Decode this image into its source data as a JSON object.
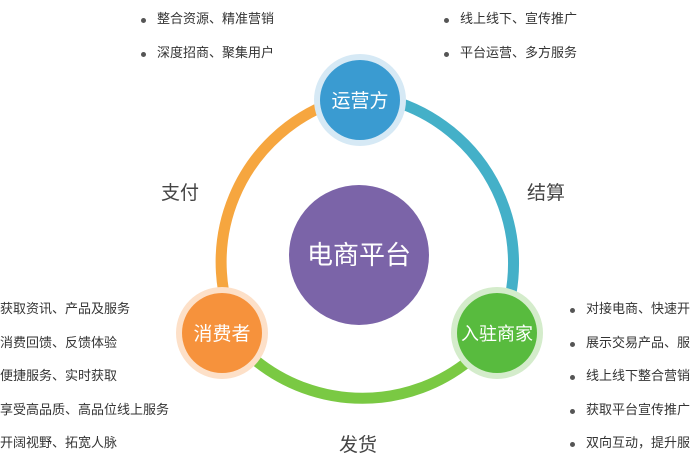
{
  "center": {
    "label": "电商平台",
    "color": "#7b64a8"
  },
  "nodes": {
    "top": {
      "label": "运营方",
      "color": "#3a9bd1"
    },
    "left": {
      "label": "消费者",
      "color": "#f6923c"
    },
    "right": {
      "label": "入驻商家",
      "color": "#58bb3e"
    }
  },
  "edges": {
    "left": {
      "label": "支付",
      "color": "#f6a63f"
    },
    "right": {
      "label": "结算",
      "color": "#44b0c8"
    },
    "bottom": {
      "label": "发货",
      "color": "#7ac943"
    }
  },
  "lists": {
    "top_left": [
      "整合资源、精准营销",
      "深度招商、聚集用户"
    ],
    "top_right": [
      "线上线下、宣传推广",
      "平台运营、多方服务"
    ],
    "left": [
      "获取资讯、产品及服务",
      "消费回馈、反馈体验",
      "便捷服务、实时获取",
      "享受高品质、高品位线上服务",
      "开阔视野、拓宽人脉"
    ],
    "right": [
      "对接电商、快速开",
      "展示交易产品、服",
      "线上线下整合营销",
      "获取平台宣传推广",
      "双向互动，提升服"
    ]
  }
}
